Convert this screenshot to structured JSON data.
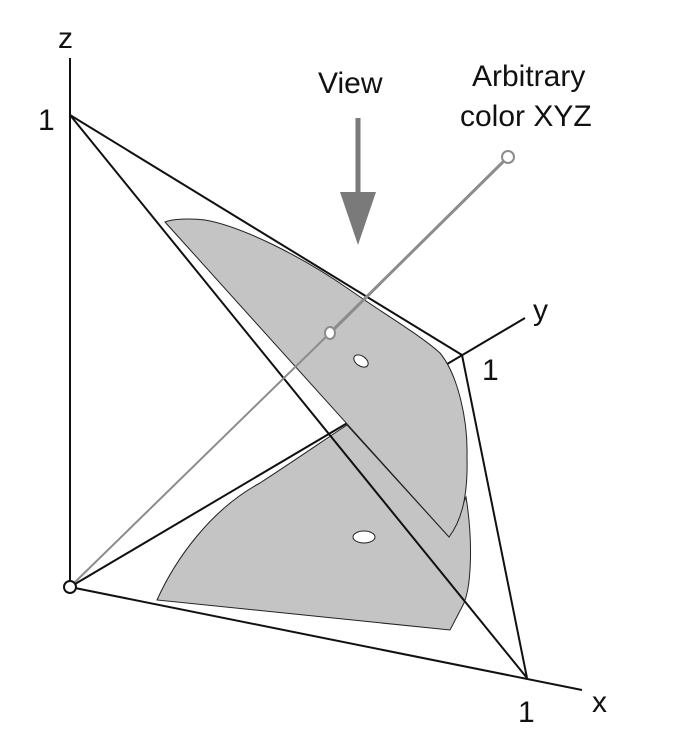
{
  "labels": {
    "z_axis": "z",
    "y_axis": "y",
    "x_axis": "x",
    "z_one": "1",
    "y_one": "1",
    "x_one": "1",
    "view": "View",
    "arbitrary_line1": "Arbitrary",
    "arbitrary_line2": "color XYZ"
  },
  "colors": {
    "region_fill": "#c4c4c4",
    "line": "#111111",
    "gray_line": "#8c8c8c",
    "arrow": "#7a7a7a"
  }
}
